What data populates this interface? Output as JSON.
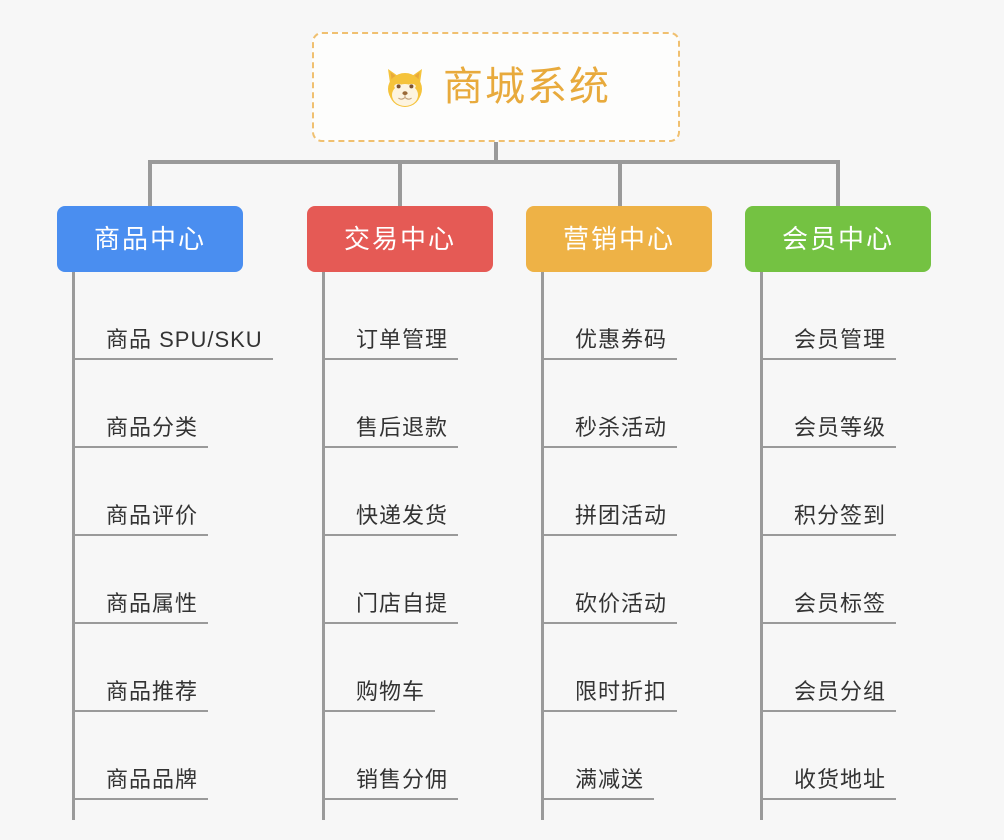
{
  "root": {
    "title": "商城系统",
    "icon": "shiba-dog-icon",
    "border_color": "#f0c070",
    "text_color": "#e8aa3c",
    "background": "#fdfdfc"
  },
  "canvas": {
    "background": "#f7f7f7",
    "connector_color": "#9a9a9a"
  },
  "categories": [
    {
      "label": "商品中心",
      "color": "#4a8ef0",
      "items": [
        "商品 SPU/SKU",
        "商品分类",
        "商品评价",
        "商品属性",
        "商品推荐",
        "商品品牌"
      ]
    },
    {
      "label": "交易中心",
      "color": "#e55a55",
      "items": [
        "订单管理",
        "售后退款",
        "快递发货",
        "门店自提",
        "购物车",
        "销售分佣"
      ]
    },
    {
      "label": "营销中心",
      "color": "#eeb246",
      "items": [
        "优惠券码",
        "秒杀活动",
        "拼团活动",
        "砍价活动",
        "限时折扣",
        "满减送"
      ]
    },
    {
      "label": "会员中心",
      "color": "#74c242",
      "items": [
        "会员管理",
        "会员等级",
        "积分签到",
        "会员标签",
        "会员分组",
        "收货地址"
      ]
    }
  ]
}
